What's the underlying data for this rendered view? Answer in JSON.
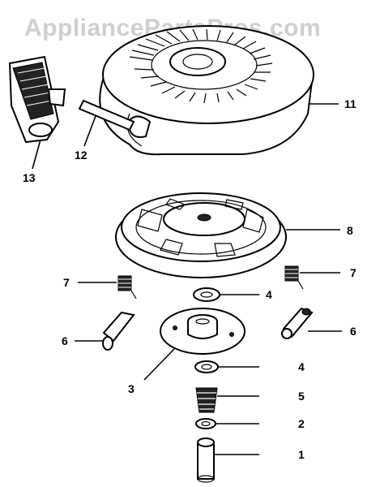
{
  "watermark": "AppliancePartsPros.com",
  "callouts": {
    "c1": "1",
    "c2": "2",
    "c3": "3",
    "c4a": "4",
    "c4b": "4",
    "c5": "5",
    "c6a": "6",
    "c6b": "6",
    "c7a": "7",
    "c7b": "7",
    "c8": "8",
    "c11": "11",
    "c12": "12",
    "c13": "13"
  }
}
